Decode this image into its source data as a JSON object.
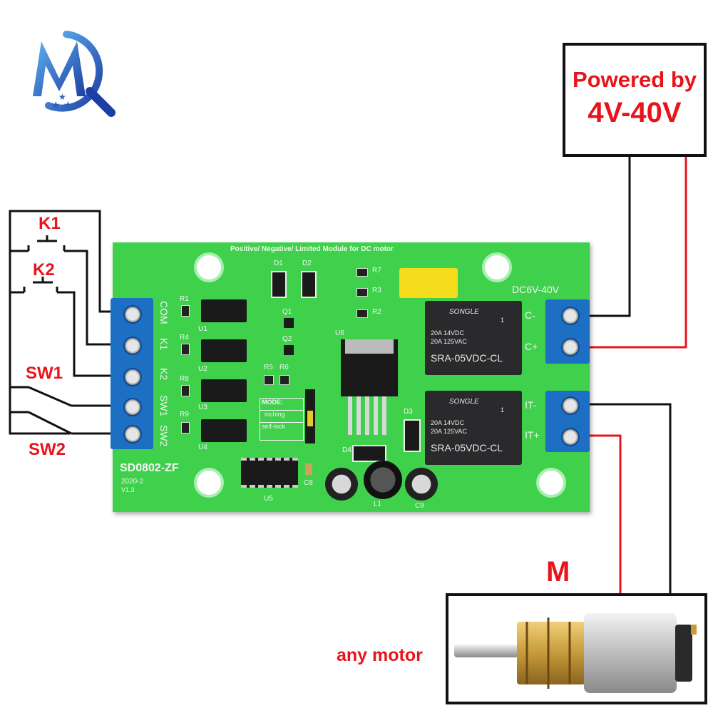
{
  "logo": {
    "letters": "MQ"
  },
  "power": {
    "line1": "Powered by",
    "line2": "4V-40V"
  },
  "motor": {
    "symbol": "M",
    "caption": "any motor"
  },
  "switches": {
    "k1": "K1",
    "k2": "K2",
    "sw1": "SW1",
    "sw2": "SW2"
  },
  "board": {
    "title": "Positive/ Negative/ Limited  Module  for DC motor",
    "power_label": "DC6V-40V",
    "model": "SD0802-ZF",
    "date": "2020-2",
    "version": "V1.3",
    "terminals_left": [
      "COM",
      "K1",
      "K2",
      "SW1",
      "SW2"
    ],
    "terminal_c_minus": "C-",
    "terminal_c_plus": "C+",
    "terminal_out_minus": "IT-",
    "terminal_out_plus": "IT+",
    "mode_title": "MODE:",
    "mode_inching": "inching",
    "mode_selflock": "self-lock",
    "resistor_labels": [
      "R1",
      "R4",
      "R8",
      "R9"
    ],
    "opto_labels": [
      "U1",
      "U2",
      "U3",
      "U4"
    ],
    "diode_labels": [
      "D1",
      "D2",
      "D3",
      "D4"
    ],
    "q_labels": [
      "Q1",
      "Q2"
    ],
    "r_right": [
      "R7",
      "R3",
      "R2"
    ],
    "r_mid": [
      "R5",
      "R6"
    ],
    "regulator_label": "U6",
    "ic_label": "U5",
    "cap_label": "C8",
    "inductor_label": "L1",
    "cap2_label": "C9",
    "relay_brand": "SONGLE",
    "relay_spec1": "20A 14VDC",
    "relay_spec2": "20A 125VAC",
    "relay_model": "SRA-05VDC-CL",
    "relay_mark": "1"
  },
  "colors": {
    "pcb": "#3fd04c",
    "terminal": "#1d6fc4",
    "wire_red": "#e8141b",
    "wire_black": "#111111",
    "label_red": "#e8141b",
    "logo_blue": "#2a5fbf"
  }
}
